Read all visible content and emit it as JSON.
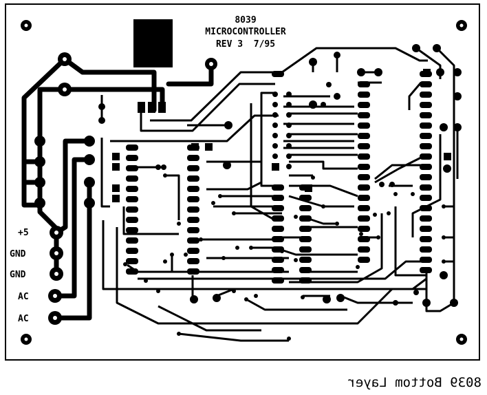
{
  "board": {
    "title_line1": "8039",
    "title_line2": "MICROCONTROLLER",
    "title_line3": "REV 3  7/95",
    "edge_labels": [
      "+5",
      "GND",
      "GND",
      "AC",
      "AC"
    ]
  },
  "caption": "8039 Bottom Layer",
  "colors": {
    "copper": "#000000",
    "substrate": "#ffffff"
  }
}
